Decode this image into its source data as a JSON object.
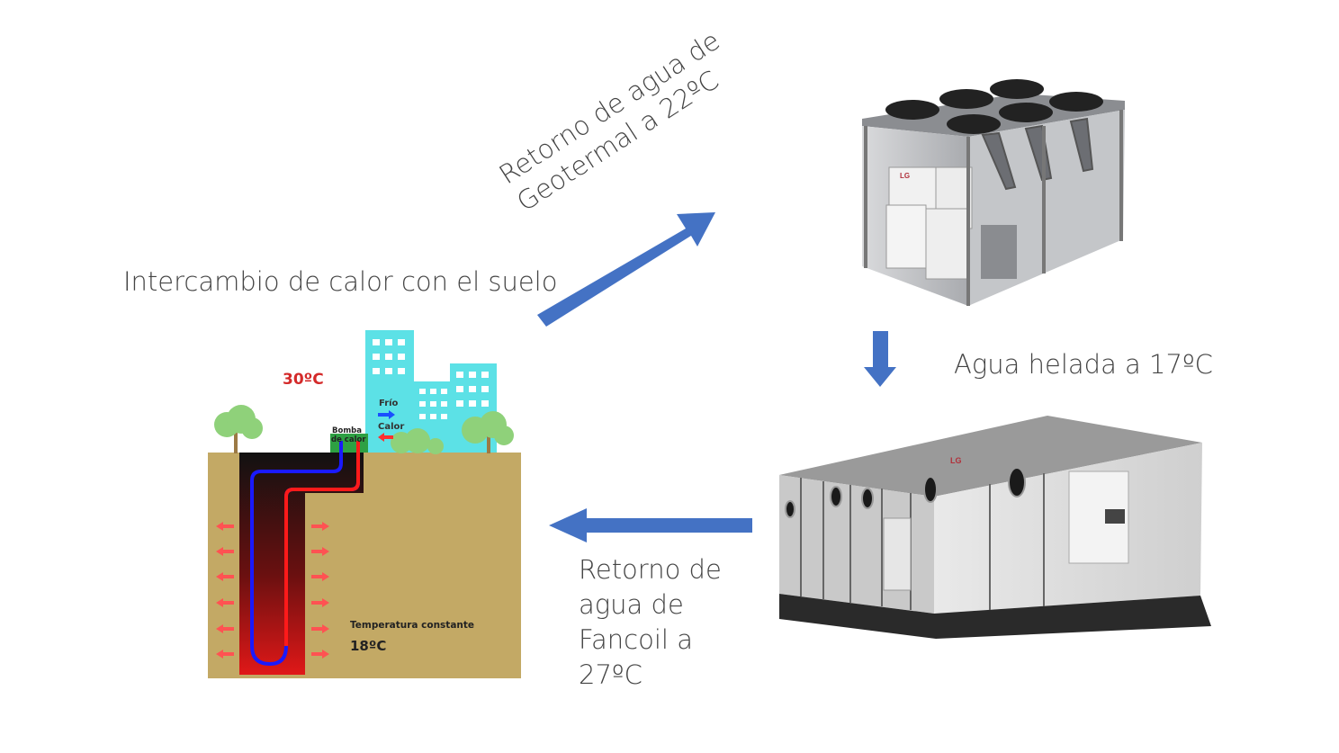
{
  "labels": {
    "ground_exchange": "Intercambio de calor con el suelo",
    "geo_return_line1": "Retorno de agua de",
    "geo_return_line2": "Geotermal a 22ºC",
    "chilled_water": "Agua helada a 17ºC",
    "fancoil_return": "Retorno de agua de Fancoil a 27ºC"
  },
  "geothermal": {
    "surface_temp": "30ºC",
    "pump_line1": "Bomba",
    "pump_line2": "de calor",
    "cold_label": "Frío",
    "heat_label": "Calor",
    "constant_temp_label": "Temperatura constante",
    "constant_temp_value": "18ºC"
  },
  "equipment": {
    "brand": "LG"
  },
  "colors": {
    "arrow_blue": "#4472c4",
    "soil": "#c3a965",
    "building": "#5ce1e6",
    "hot_pipe": "#ff1a1a",
    "cold_pipe": "#1a1aff",
    "temp_red": "#d42a2a",
    "pump_green": "#2ea043"
  }
}
